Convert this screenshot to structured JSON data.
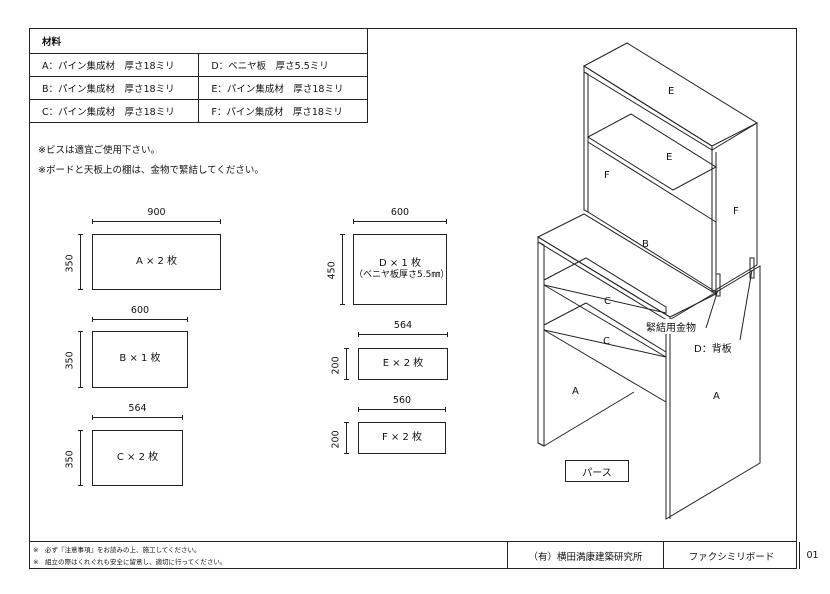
{
  "materials": {
    "header": "材料",
    "rows": [
      [
        "A：パイン集成材　厚さ18ミリ",
        "D：ベニヤ板　厚さ5.5ミリ"
      ],
      [
        "B：パイン集成材　厚さ18ミリ",
        "E：パイン集成材　厚さ18ミリ"
      ],
      [
        "C：パイン集成材　厚さ18ミリ",
        "F：パイン集成材　厚さ18ミリ"
      ]
    ]
  },
  "notes": {
    "screws": "※ビスは適宜ご使用下さい。",
    "board": "※ボードと天板上の棚は、金物で緊結してください。"
  },
  "parts": {
    "A": {
      "label": "A × 2 枚",
      "width": "900",
      "height": "350"
    },
    "B": {
      "label": "B × 1 枚",
      "width": "600",
      "height": "350"
    },
    "C": {
      "label": "C × 2 枚",
      "width": "564",
      "height": "350"
    },
    "D": {
      "label": "D × 1 枚",
      "sub": "（ベニヤ板厚さ5.5㎜）",
      "width": "600",
      "height": "450"
    },
    "E": {
      "label": "E × 2 枚",
      "width": "564",
      "height": "200"
    },
    "F": {
      "label": "F × 2 枚",
      "width": "560",
      "height": "200"
    }
  },
  "iso": {
    "labels": [
      "E",
      "E",
      "F",
      "F",
      "B",
      "C",
      "C",
      "A",
      "A"
    ],
    "callout_fitting": "緊結用金物",
    "callout_back": "D：背板",
    "perspective": "パース"
  },
  "footer": {
    "warn1": "※　必ず『注意事項』をお読みの上、施工してください。",
    "warn2": "※　組立の際はくれぐれも安全に留意し、適切に行ってください。",
    "company": "（有）横田満康建築研究所",
    "title": "ファクシミリボード",
    "page": "01"
  }
}
